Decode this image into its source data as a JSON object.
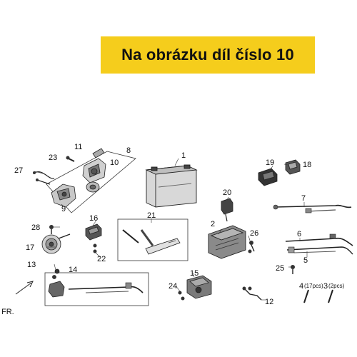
{
  "banner": {
    "text": "Na obrázku díl číslo 10",
    "color": "#f5cd1c"
  },
  "labels": {
    "n1": "1",
    "n2": "2",
    "n3": "3",
    "n3q": "(2pcs)",
    "n4": "4",
    "n4q": "(17pcs)",
    "n5": "5",
    "n6": "6",
    "n7": "7",
    "n8": "8",
    "n9": "9",
    "n10": "10",
    "n11": "11",
    "n12": "12",
    "n13": "13",
    "n14": "14",
    "n15": "15",
    "n16": "16",
    "n17": "17",
    "n18": "18",
    "n19": "19",
    "n20": "20",
    "n21": "21",
    "n22": "22",
    "n23": "23",
    "n24": "24",
    "n25": "25",
    "n26": "26",
    "n27": "27",
    "n28": "28"
  },
  "direction_marker": "FR."
}
